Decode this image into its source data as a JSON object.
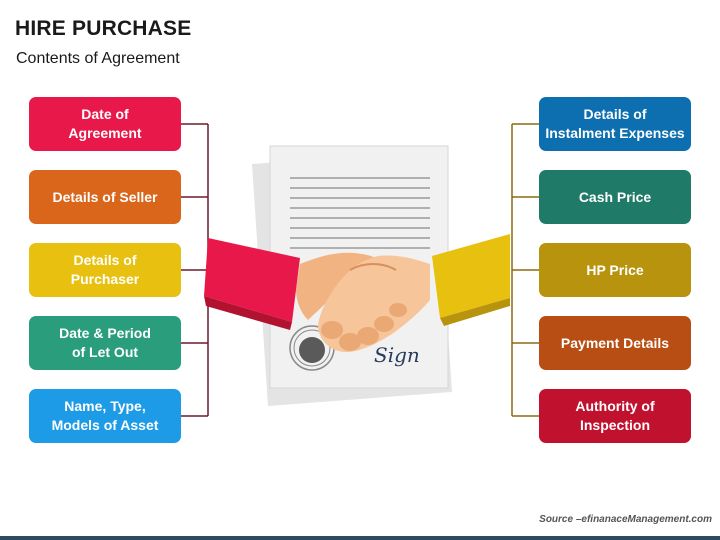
{
  "header": {
    "title": "HIRE PURCHASE",
    "subtitle": "Contents of Agreement"
  },
  "left_items": [
    {
      "label": "Date of\nAgreement",
      "color": "#e8194a"
    },
    {
      "label": "Details of Seller",
      "color": "#d9661a"
    },
    {
      "label": "Details of\nPurchaser",
      "color": "#e8c00f"
    },
    {
      "label": "Date & Period\nof Let Out",
      "color": "#2a9d7c"
    },
    {
      "label": "Name, Type,\nModels of Asset",
      "color": "#1e9be6"
    }
  ],
  "right_items": [
    {
      "label": "Details of\nInstalment Expenses",
      "color": "#0d6fb0"
    },
    {
      "label": "Cash Price",
      "color": "#1f7a68"
    },
    {
      "label": "HP Price",
      "color": "#b8930e"
    },
    {
      "label": "Payment Details",
      "color": "#b84e13"
    },
    {
      "label": "Authority of\nInspection",
      "color": "#c0122f"
    }
  ],
  "illustration": {
    "signature_text": "Sign",
    "icons": [
      "document-icon",
      "handshake-icon",
      "seal-icon"
    ]
  },
  "footer": {
    "source": "Source –efinanaceManagement.com"
  },
  "colors": {
    "connector_left": "#6b1a2a",
    "connector_right": "#8a6a10",
    "bottom_bar": "#2f4a5e"
  }
}
